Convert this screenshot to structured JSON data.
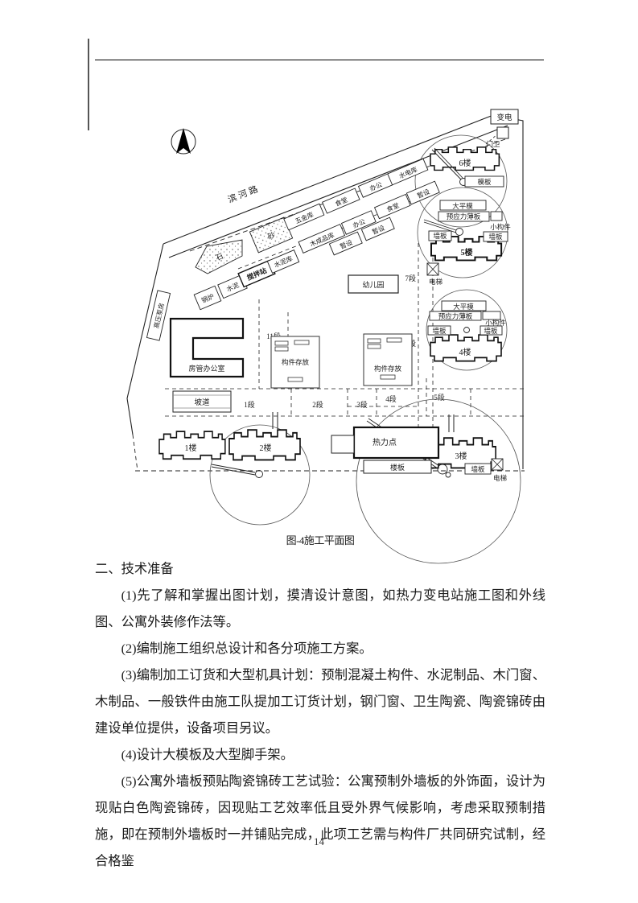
{
  "figure": {
    "caption": "图-4施工平面图",
    "labels": {
      "road": "滨河路",
      "substation": "变电",
      "gatehouse": "门卫",
      "bldg6": "6楼",
      "bldg5": "5楼",
      "bldg4": "4楼",
      "bldg3": "3楼",
      "bldg2": "2楼",
      "bldg1": "1楼",
      "moban": "模板",
      "dapingmo": "大平模",
      "yuyingli": "预应力薄板",
      "xiaogoujian": "小构件",
      "qiangban": "墙板",
      "dianti": "电梯",
      "youeryuan": "幼儿园",
      "goujiancunfang": "构件存放",
      "fangguan": "房管办公室",
      "gaoyabengfang": "高压泵房",
      "podao": "坡道",
      "relidian": "热力点",
      "louban": "楼板",
      "shi": "石",
      "sha": "砂",
      "guolu": "锅炉",
      "shuini": "水泥",
      "jiaobanzhan": "搅拌站",
      "shuiniku": "水泥库",
      "wujinku": "五金库",
      "shitang": "食堂",
      "bangong": "办公",
      "shuidianku": "水电库",
      "muchengpinku": "木成品库",
      "zanshe": "暂设",
      "seg1": "1段",
      "seg2": "2段",
      "seg3": "3段",
      "seg4": "4段",
      "seg5": "5段",
      "seg6": "6段",
      "seg7": "7段",
      "seg11": "11段"
    }
  },
  "content": {
    "heading": "二、技术准备",
    "paragraphs": [
      "(1)先了解和掌握出图计划，摸清设计意图，如热力变电站施工图和外线图、公寓外装修作法等。",
      "(2)编制施工组织总设计和各分项施工方案。",
      "(3)编制加工订货和大型机具计划：预制混凝土构件、水泥制品、木门窗、木制品、一般铁件由施工队提加工订货计划，钢门窗、卫生陶瓷、陶瓷锦砖由建设单位提供，设备项目另议。",
      "(4)设计大模板及大型脚手架。",
      "(5)公寓外墙板预贴陶瓷锦砖工艺试验：公寓预制外墙板的外饰面，设计为现贴白色陶瓷锦砖，因现贴工艺效率低且受外界气候影响，考虑采取预制措施，即在预制外墙板时一并铺贴完成，此项工艺需与构件厂共同研究试制，经合格鉴"
    ],
    "page_number": "14"
  }
}
